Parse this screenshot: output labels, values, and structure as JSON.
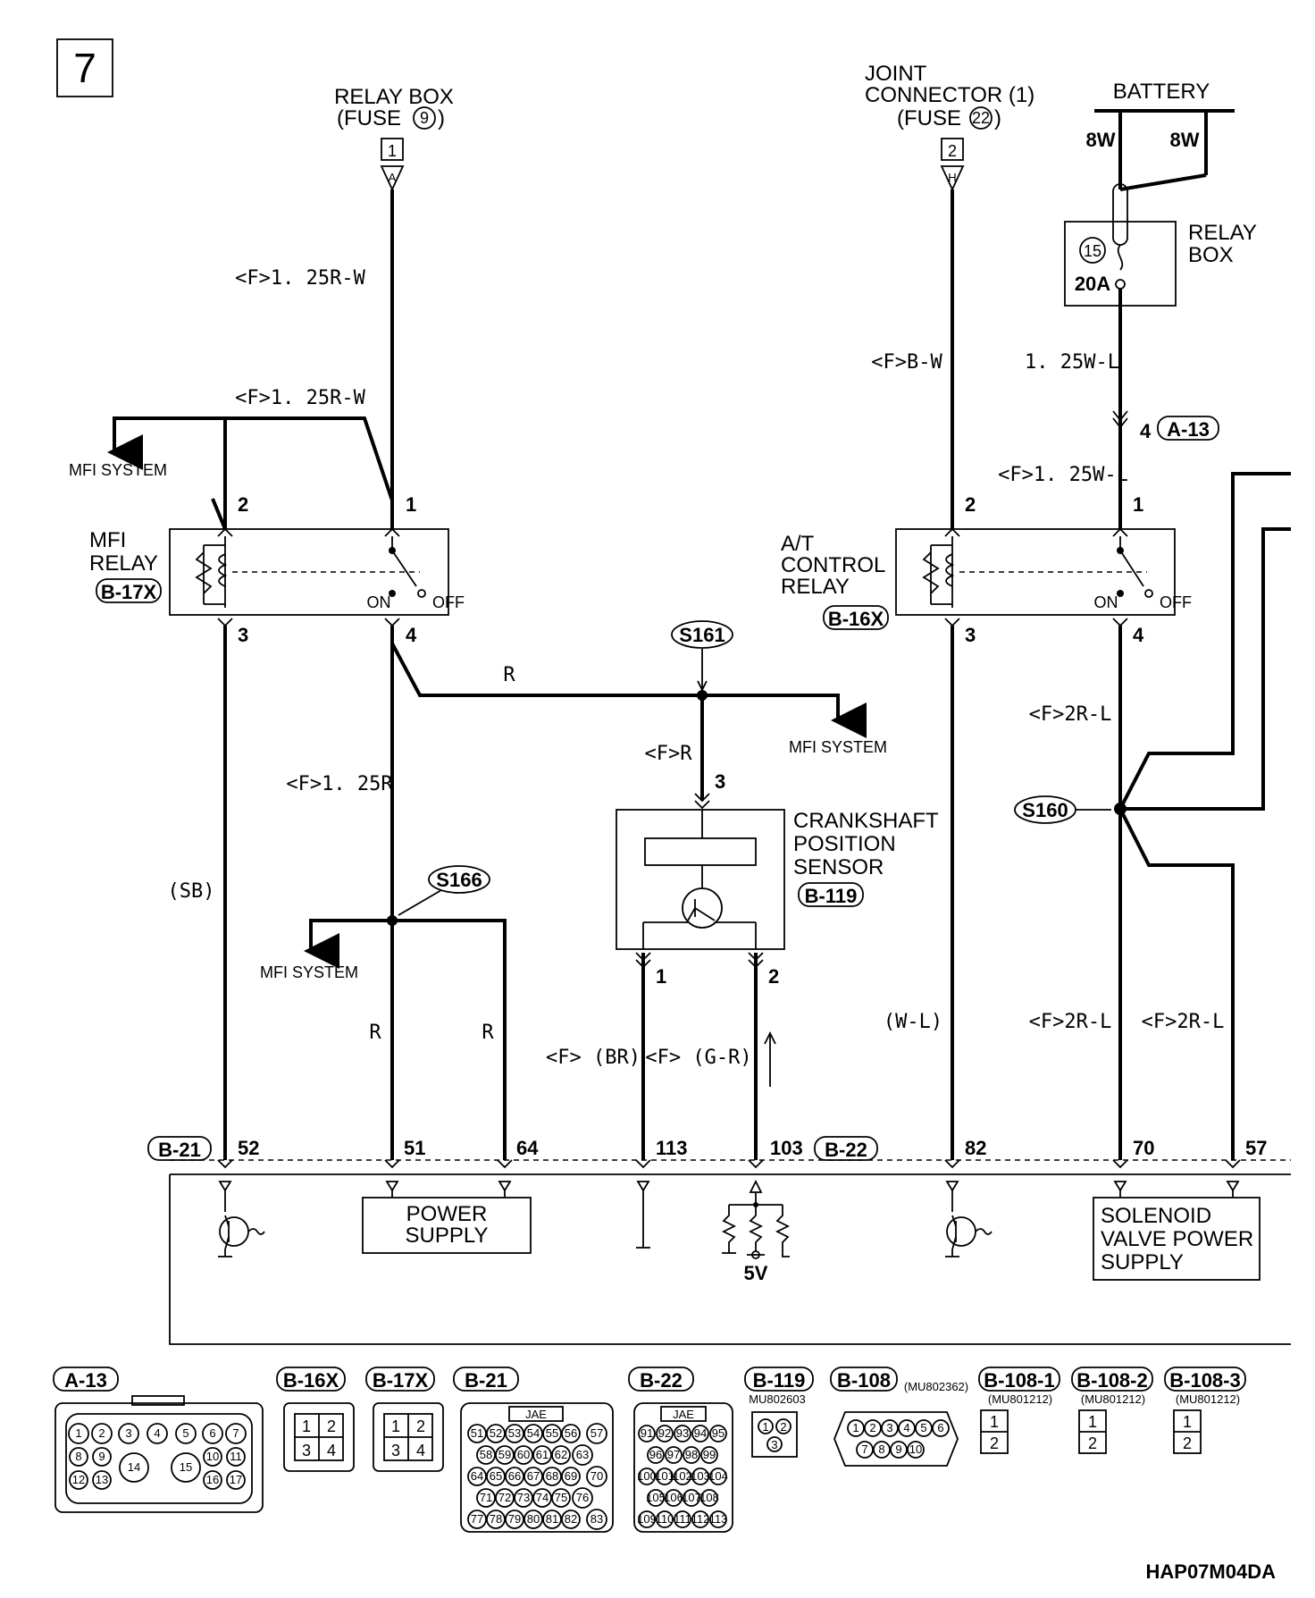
{
  "page_number": "7",
  "diagram_code": "HAP07M04DA",
  "top_sources": {
    "relay_box_fuse9": {
      "line1": "RELAY BOX",
      "line2": "(FUSE",
      "fuse": "9",
      "close": ")",
      "ref": "1",
      "letter": "A"
    },
    "joint_connector": {
      "line1": "JOINT",
      "line2": "CONNECTOR (1)",
      "line3": "(FUSE",
      "fuse": "22",
      "close": ")",
      "ref": "2",
      "letter": "H"
    },
    "battery": {
      "label": "BATTERY",
      "wire_left": "8W",
      "wire_right": "8W"
    }
  },
  "relay_box_fuse15": {
    "label1": "RELAY",
    "label2": "BOX",
    "fuse": "15",
    "rating": "20A"
  },
  "wires": {
    "w1": "<F>1. 25R-W",
    "w2": "<F>1. 25R-W",
    "w3": "<F>B-W",
    "w4": "1. 25W-L",
    "w5": "<F>1. 25W-L",
    "w6": "R",
    "w7": "<F>R",
    "w8": "<F>1. 25R",
    "w9": "(SB)",
    "w10": "R",
    "w11": "R",
    "w12": "<F> (BR)",
    "w13": "<F> (G-R)",
    "w14": "(W-L)",
    "w15": "<F>2R-L",
    "w16": "<F>2R-L",
    "w17": "<F>2R-L"
  },
  "a13_pin": {
    "pin": "4",
    "connector": "A-13"
  },
  "mfi_relay": {
    "line1": "MFI",
    "line2": "RELAY",
    "connector": "B-17X",
    "pins": [
      "2",
      "1",
      "3",
      "4"
    ],
    "on": "ON",
    "off": "OFF"
  },
  "at_relay": {
    "line1": "A/T",
    "line2": "CONTROL",
    "line3": "RELAY",
    "connector": "B-16X",
    "pins": [
      "2",
      "1",
      "3",
      "4"
    ],
    "on": "ON",
    "off": "OFF"
  },
  "mfi_system": [
    "MFI SYSTEM",
    "MFI SYSTEM",
    "MFI SYSTEM"
  ],
  "splices": {
    "s161": "S161",
    "s166": "S166",
    "s160": "S160"
  },
  "crank_sensor": {
    "line1": "CRANKSHAFT",
    "line2": "POSITION",
    "line3": "SENSOR",
    "connector": "B-119",
    "pins": [
      "3",
      "1",
      "2"
    ]
  },
  "ecu": {
    "connector_left": "B-21",
    "connector_right": "B-22",
    "pins": [
      "52",
      "51",
      "64",
      "113",
      "103",
      "82",
      "70",
      "57"
    ],
    "power_supply": [
      "POWER",
      "SUPPLY"
    ],
    "solenoid": [
      "SOLENOID",
      "VALVE POWER",
      "SUPPLY"
    ],
    "five_v": "5V"
  },
  "connectors": {
    "a13": {
      "name": "A-13",
      "pins": [
        "1",
        "2",
        "3",
        "4",
        "5",
        "6",
        "7",
        "8",
        "9",
        "14",
        "15",
        "10",
        "11",
        "12",
        "13",
        "16",
        "17"
      ]
    },
    "b16x": {
      "name": "B-16X",
      "pins": [
        "1",
        "2",
        "3",
        "4"
      ]
    },
    "b17x": {
      "name": "B-17X",
      "pins": [
        "1",
        "2",
        "3",
        "4"
      ]
    },
    "b21": {
      "name": "B-21",
      "maker": "JAE",
      "pins": [
        "51",
        "52",
        "53",
        "54",
        "55",
        "56",
        "57",
        "58",
        "59",
        "60",
        "61",
        "62",
        "63",
        "64",
        "65",
        "66",
        "67",
        "68",
        "69",
        "70",
        "71",
        "72",
        "73",
        "74",
        "75",
        "76",
        "77",
        "78",
        "79",
        "80",
        "81",
        "82",
        "83"
      ]
    },
    "b22": {
      "name": "B-22",
      "maker": "JAE",
      "pins": [
        "91",
        "92",
        "93",
        "94",
        "95",
        "96",
        "97",
        "98",
        "99",
        "100",
        "101",
        "102",
        "103",
        "104",
        "105",
        "106",
        "107",
        "108",
        "109",
        "110",
        "111",
        "112",
        "113"
      ]
    },
    "b119": {
      "name": "B-119",
      "part": "MU802603",
      "pins": [
        "1",
        "2",
        "3"
      ]
    },
    "b108": {
      "name": "B-108",
      "part": "(MU802362)",
      "pins": [
        "1",
        "2",
        "3",
        "4",
        "5",
        "6",
        "7",
        "8",
        "9",
        "10"
      ]
    },
    "b108_1": {
      "name": "B-108-1",
      "part": "(MU801212)",
      "pins": [
        "1",
        "2"
      ]
    },
    "b108_2": {
      "name": "B-108-2",
      "part": "(MU801212)",
      "pins": [
        "1",
        "2"
      ]
    },
    "b108_3": {
      "name": "B-108-3",
      "part": "(MU801212)",
      "pins": [
        "1",
        "2"
      ]
    }
  }
}
